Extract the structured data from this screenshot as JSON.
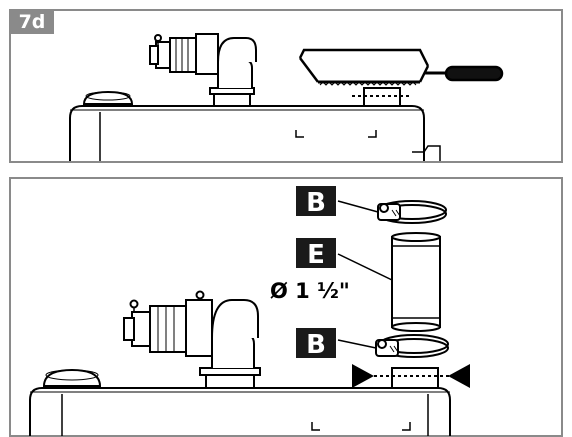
{
  "step_badge": "7d",
  "labels": {
    "clamp_top": "B",
    "pipe": "E",
    "diameter": "Ø 1 ½\"",
    "clamp_bottom": "B"
  },
  "colors": {
    "panel_border": "#8a8a8a",
    "badge_bg": "#8a8a8a",
    "badge_text": "#ffffff",
    "label_bg": "#1a1a1a",
    "label_text": "#ffffff",
    "line": "#000000"
  },
  "icons": {
    "saw": "saw-icon",
    "marker_left": "triangle-right-icon",
    "marker_right": "triangle-left-icon"
  }
}
